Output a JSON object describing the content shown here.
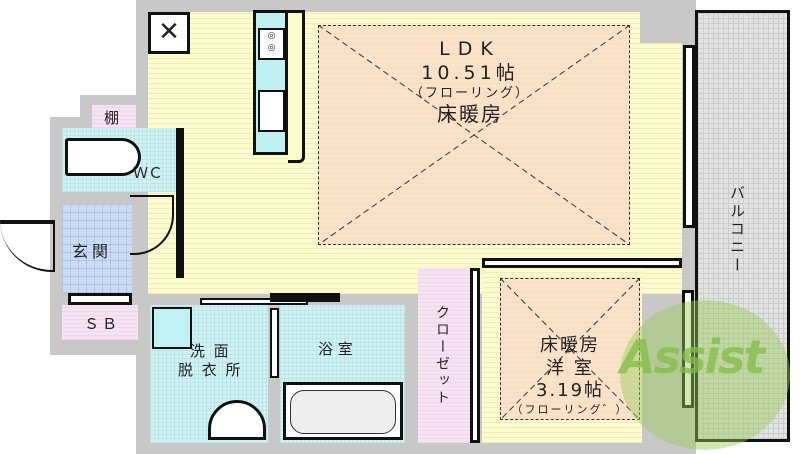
{
  "rooms": {
    "ldk": {
      "name": "LDK",
      "size": "10.51帖",
      "floor": "（フローリング）",
      "feature": "床暖房"
    },
    "western": {
      "feature": "床暖房",
      "name": "洋 室",
      "size": "3.19帖",
      "floor": "（フローリング゛）"
    },
    "wc": "ＷＣ",
    "shelf": "棚",
    "entrance": "玄関",
    "shoe_box": "ＳＢ",
    "washroom": [
      "洗 面",
      "脱 衣 所"
    ],
    "bath": "浴 室",
    "closet": "クローゼット",
    "balcony": "バルコニー"
  },
  "watermark": "Assist",
  "colors": {
    "floor": "#fbfbcc",
    "wet": "#cdf3f5",
    "storage": "#f6e2f2",
    "carpet": "#fad7c8",
    "wall": "#c8c8c8",
    "logo": "#9acd5a"
  }
}
